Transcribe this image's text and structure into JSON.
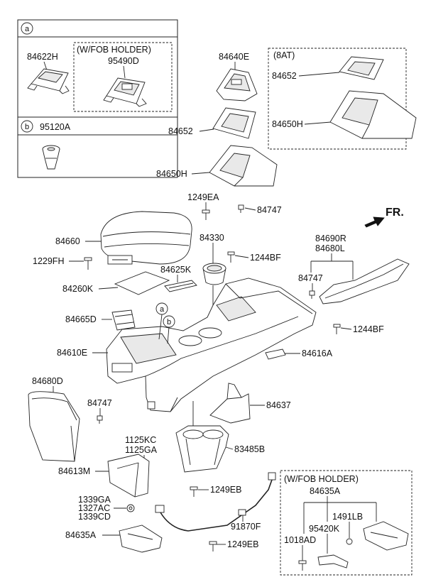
{
  "inset_a": {
    "marker": "a",
    "part_84622H": "84622H",
    "fob_holder_title": "(W/FOB HOLDER)",
    "part_95490D": "95490D"
  },
  "inset_b": {
    "marker": "b",
    "part_95120A": "95120A"
  },
  "variant_8at": {
    "title": "(8AT)",
    "part_84652": "84652",
    "part_84650H": "84650H"
  },
  "direction": {
    "label": "FR."
  },
  "markers": {
    "a": "a",
    "b": "b"
  },
  "callouts": [
    "84640E",
    "84652",
    "84650H",
    "1249EA",
    "84747",
    "84660",
    "84330",
    "1229FH",
    "1244BF",
    "84690R",
    "84680L",
    "84625K",
    "84747",
    "84260K",
    "84665D",
    "1244BF",
    "84610E",
    "84616A",
    "84680D",
    "84747",
    "84637",
    "1125KC",
    "1125GA",
    "83485B",
    "84613M",
    "1249EB",
    "1339GA",
    "1327AC",
    "1339CD",
    "91870F",
    "84635A",
    "1249EB"
  ],
  "fob_holder_inset": {
    "title": "(W/FOB HOLDER)",
    "part_84635A": "84635A",
    "part_1491LB": "1491LB",
    "part_95420K": "95420K",
    "part_1018AD": "1018AD"
  }
}
